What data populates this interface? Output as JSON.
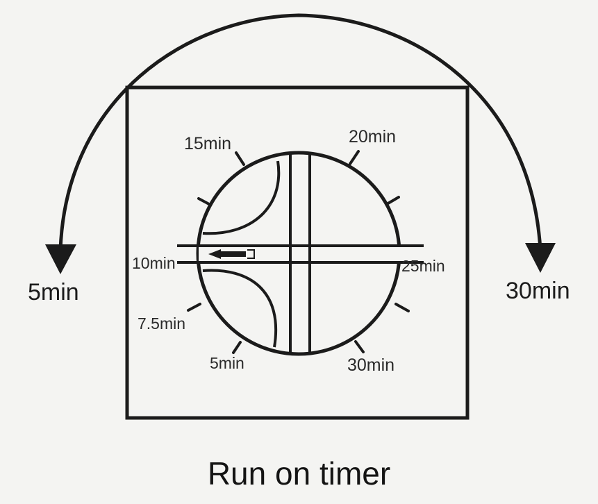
{
  "caption": "Run on timer",
  "outer_labels": {
    "left": "5min",
    "right": "30min"
  },
  "dial_labels": {
    "min15": "15min",
    "min20": "20min",
    "min10": "10min",
    "min25": "25min",
    "min7_5": "7.5min",
    "min5": "5min",
    "min30": "30min"
  },
  "colors": {
    "ink": "#1b1b1b",
    "background": "#f4f4f2"
  },
  "icons": [
    "rotation-arrow-left-icon",
    "rotation-arrow-right-icon",
    "pointer-arrow-icon"
  ]
}
